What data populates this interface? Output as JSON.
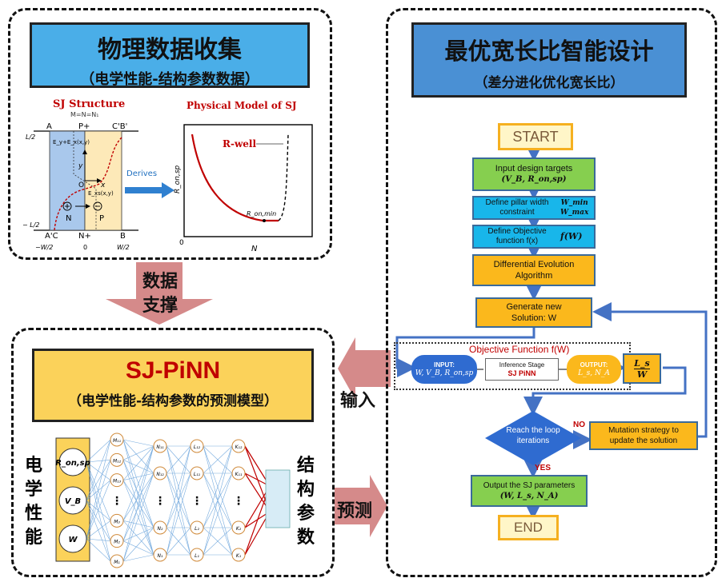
{
  "top_left": {
    "title": "物理数据收集",
    "subtitle": "（电学性能-结构参数数据）",
    "sj_structure": {
      "title": "SJ Structure",
      "subtitle": "M=N=N₁",
      "top_labels": [
        "A",
        "P+",
        "C'B'"
      ],
      "bottom_labels": [
        "A'C",
        "N+",
        "B"
      ],
      "left_top": "L/2",
      "left_bottom": "− L/2",
      "x_labels": [
        "−W/2",
        "0",
        "W/2"
      ],
      "field_label": "E_y+E_x(x,y)",
      "field_label2": "E_xs(x,y)",
      "y_axis": "y",
      "x_axis": "x",
      "origin": "O",
      "region_n": "N",
      "region_p": "P"
    },
    "derives": "Derives",
    "physical_model": {
      "title": "Physical Model of SJ",
      "curve_label": "R-well",
      "min_label": "R_on,min",
      "ylabel": "R_on,sp",
      "xlabel": "N",
      "origin": "0"
    }
  },
  "arrow_support": {
    "line1": "数据",
    "line2": "支撑"
  },
  "bottom_left": {
    "title": "SJ-PiNN",
    "subtitle": "（电学性能-结构参数的预测模型）",
    "left_vertical": [
      "电",
      "学",
      "性",
      "能"
    ],
    "right_vertical": [
      "结",
      "构",
      "参",
      "数"
    ],
    "inputs": [
      "R_on,sp",
      "V_B",
      "W"
    ],
    "outputs": [
      "N_A",
      "L_s"
    ],
    "layer1": [
      "M₁₁",
      "M₁₂",
      "M₁₃",
      "⋮",
      "M₃",
      "M₂",
      "M₁"
    ],
    "layer2": [
      "N₁₁",
      "N₁₂",
      "⋮",
      "N₂",
      "N₁"
    ],
    "layer3": [
      "L₁₂",
      "L₁₁",
      "⋮",
      "L₂",
      "L₁"
    ],
    "layer4": [
      "K₁₂",
      "K₁₁",
      "⋮",
      "K₂",
      "K₁"
    ]
  },
  "middle_arrows": {
    "input": "输入",
    "predict": "预测"
  },
  "right": {
    "title": "最优宽长比智能设计",
    "subtitle": "（差分进化优化宽长比）",
    "start": "START",
    "input_targets": "Input design targets",
    "input_targets_sub": "(V_B, R_on,sp)",
    "pillar_constraint": "Define pillar width constraint",
    "w_min": "W_min",
    "w_max": "W_max",
    "define_objective": "Define Objective function f(x)",
    "f_w": "f(W)",
    "de_algorithm": "Differential Evolution Algorithm",
    "generate": "Generate new Solution: W",
    "objective_function": "Objective Function f(W)",
    "input_label": "INPUT:",
    "input_vals": "W, V_B, R_on,sp",
    "inference": "Inference Stage",
    "sj_pinn": "SJ PiNN",
    "output_label": "OUTPUT:",
    "output_vals": "L_s, N_A",
    "ls_w_top": "L_s",
    "ls_w_bottom": "W",
    "decision": "Reach the loop iterations",
    "no": "NO",
    "yes": "YES",
    "mutation": "Mutation strategy to update the solution",
    "output_params": "Output the SJ parameters",
    "output_params_sub": "(W, L_s, N_A)",
    "end": "END"
  },
  "colors": {
    "title_blue": "#4aaee8",
    "title_right_blue": "#4a90d4",
    "title_yellow": "#fbd25a",
    "arrow_pink": "#d58a8a",
    "flow_green": "#86cf4f",
    "flow_cyan": "#18b6ea",
    "flow_orange": "#fbb81c",
    "flow_blue_dark": "#2f6bd0",
    "start_yellow": "#fff6c8",
    "line_blue": "#4472c4"
  }
}
